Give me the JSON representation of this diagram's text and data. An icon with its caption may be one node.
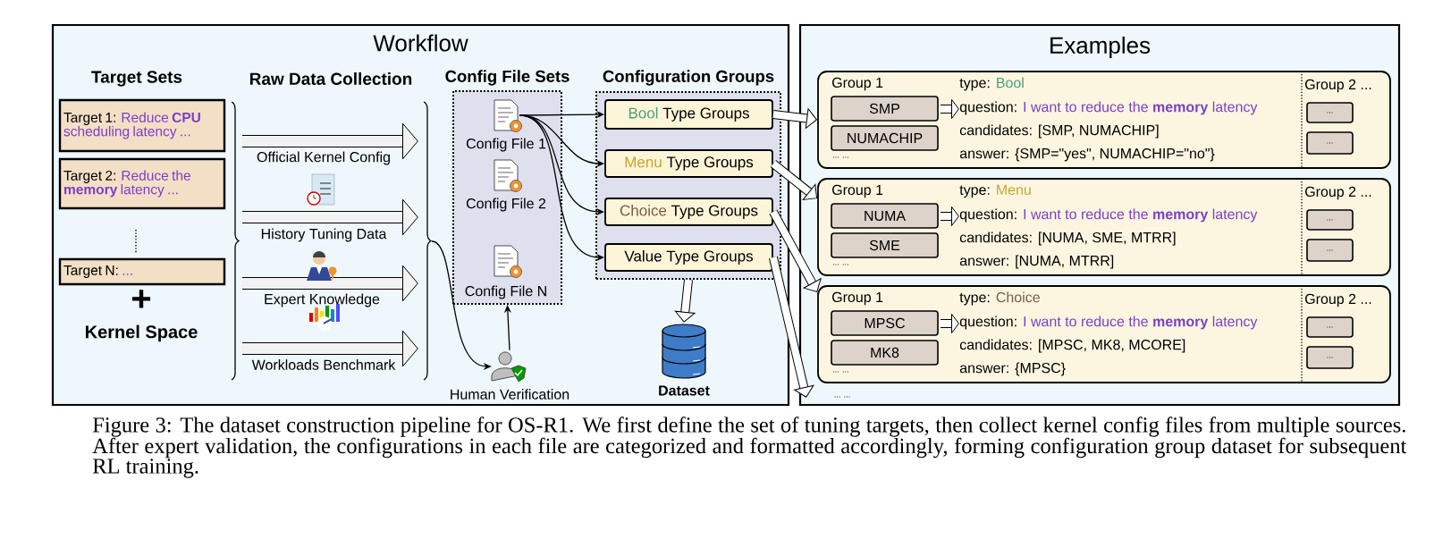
{
  "diagram": {
    "caption": "Figure 3: The dataset construction pipeline for OS-R1. We first define the set of tuning targets, then collect kernel config files from multiple sources. After expert validation, the configurations in each file are categorized and formatted accordingly, forming configuration group dataset for subsequent RL training.",
    "nodes": [
      {
        "text": [
          "Workflow"
        ]
      },
      {
        "text": [
          "Target 1:",
          "Reduce **CPU** scheduling latency ..."
        ],
        "in": 0
      },
      {
        "text": [
          "Target 2:",
          "Reduce the **memory** latency ..."
        ],
        "in": 0
      },
      {
        "text": [
          "Target N:",
          "..."
        ],
        "in": 0
      },
      {
        "text": [
          "Human Verification"
        ],
        "in": 0
      },
      {
        "text": [
          "Config File Sets"
        ],
        "in": 0
      },
      {
        "text": [
          "Config File 1"
        ],
        "in": 5
      },
      {
        "text": [
          "Config File 2"
        ],
        "in": 5
      },
      {
        "text": [
          "Config File N"
        ],
        "in": 5
      },
      {
        "text": [
          "Configuration Groups"
        ],
        "in": 0
      },
      {
        "text": [
          "Bool",
          "Type Groups"
        ],
        "in": 9
      },
      {
        "text": [
          "Menu",
          "Type Groups"
        ],
        "in": 9
      },
      {
        "text": [
          "Choice",
          "Type Groups"
        ],
        "in": 9
      },
      {
        "text": [
          "Value Type Groups"
        ],
        "in": 9
      },
      {
        "text": [
          "Dataset"
        ],
        "in": 0
      },
      {
        "text": [
          "Examples"
        ]
      },
      {
        "text": [
          "Group 1",
          "type:",
          "Bool",
          "question:",
          "I want to reduce the **memory** latency",
          "candidates: [SMP, NUMACHIP]",
          "... ...",
          "answer: {SMP=\"yes\", NUMACHIP=\"no\"}",
          "Group 2 ..."
        ],
        "in": 15
      },
      {
        "text": [
          "SMP"
        ],
        "in": 16
      },
      {
        "text": [
          "NUMACHIP"
        ],
        "in": 16
      },
      {
        "text": [
          "..."
        ],
        "in": 16
      },
      {
        "text": [
          "..."
        ],
        "in": 16
      },
      {
        "text": [
          "Group 1",
          "type:",
          "Menu",
          "question:",
          "I want to reduce the **memory** latency",
          "candidates: [NUMA, SME, MTRR]",
          "... ...",
          "answer: [NUMA, MTRR]",
          "Group 2 ..."
        ],
        "in": 15
      },
      {
        "text": [
          "NUMA"
        ],
        "in": 21
      },
      {
        "text": [
          "SME"
        ],
        "in": 21
      },
      {
        "text": [
          "..."
        ],
        "in": 21
      },
      {
        "text": [
          "..."
        ],
        "in": 21
      },
      {
        "text": [
          "Group 1",
          "type:",
          "Choice",
          "question:",
          "I want to reduce the **memory** latency",
          "candidates: [MPSC, MK8, MCORE]",
          "... ...",
          "answer: {MPSC}",
          "Group 2 ..."
        ],
        "in": 15
      },
      {
        "text": [
          "MPSC"
        ],
        "in": 26
      },
      {
        "text": [
          "MK8"
        ],
        "in": 26
      },
      {
        "text": [
          "..."
        ],
        "in": 26
      },
      {
        "text": [
          "..."
        ],
        "in": 26
      }
    ],
    "edges": [
      {
        "from": null,
        "to": 4,
        "arrow": "to"
      },
      {
        "from": 4,
        "to": 5,
        "arrow": "to"
      },
      {
        "from": 6,
        "to": 10,
        "arrow": "to"
      },
      {
        "from": 6,
        "to": 11,
        "arrow": "to"
      },
      {
        "from": 6,
        "to": 12,
        "arrow": "to"
      },
      {
        "from": 6,
        "to": 13,
        "arrow": "to"
      },
      {
        "from": 9,
        "to": 14,
        "arrow": "to",
        "style": "thick"
      },
      {
        "from": 10,
        "to": 16,
        "arrow": "to",
        "style": "thick"
      },
      {
        "from": 11,
        "to": 21,
        "arrow": "to",
        "style": "thick"
      },
      {
        "from": 12,
        "to": 26,
        "arrow": "to",
        "style": "thick"
      },
      {
        "from": 13,
        "to": 15,
        "arrow": "to",
        "style": "thick"
      }
    ],
    "labels": [
      "Target Sets",
      "Raw Data Collection",
      "Official Kernel Config",
      "History Tuning Data",
      "Expert Knowledge",
      "Workloads Benchmark",
      "+",
      "Kernel Space",
      "... ..."
    ]
  }
}
